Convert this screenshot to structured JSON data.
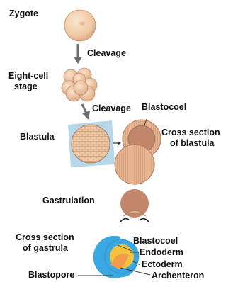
{
  "labels": {
    "zygote": "Zygote",
    "cleavage_1": "Cleavage",
    "eight_cell_l1": "Eight-cell",
    "eight_cell_l2": "stage",
    "cleavage_2": "Cleavage",
    "blastocoel_top": "Blastocoel",
    "blastula": "Blastula",
    "cross_blastula_l1": "Cross section",
    "cross_blastula_l2": "of blastula",
    "gastrulation": "Gastrulation",
    "cross_gastrula_l1": "Cross section",
    "cross_gastrula_l2": "of gastrula",
    "blastocoel_bottom": "Blastocoel",
    "endoderm": "Endoderm",
    "ectoderm": "Ectoderm",
    "blastopore": "Blastopore",
    "archenteron": "Archenteron"
  },
  "colors": {
    "cell": "#f0c7a3",
    "cell_dark": "#d9a27c",
    "cell_outline": "#b98a6a",
    "blastula_backdrop": "#a9cfe6",
    "ectoderm": "#3aa7e0",
    "endoderm": "#f5c23c",
    "archenteron": "#f29b4b",
    "arrow": "#6e6e6e"
  }
}
